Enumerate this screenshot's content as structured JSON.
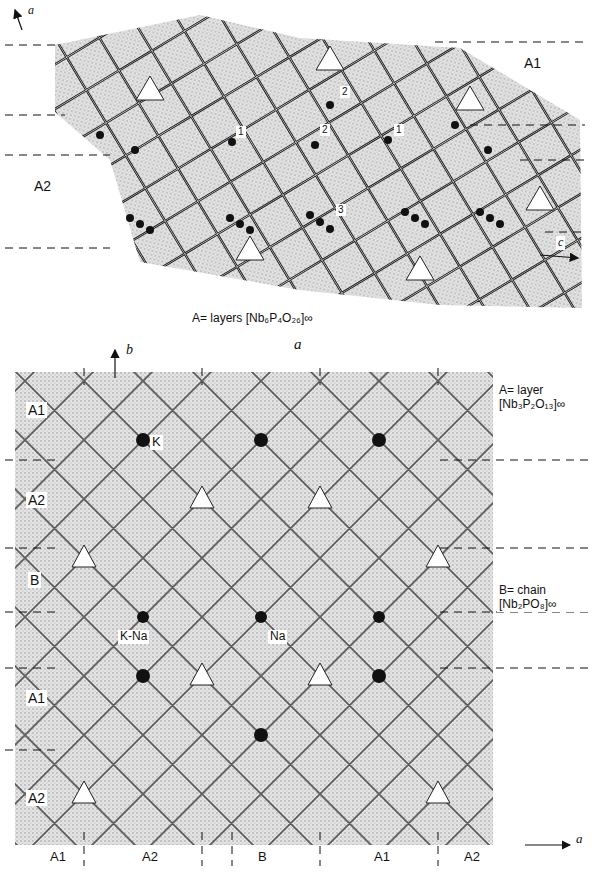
{
  "diagram": {
    "labels": [
      "a",
      "A1",
      "1",
      "2",
      "2",
      "1",
      "A2",
      "3",
      "c",
      "A= layers [Nb₆P₄O₂₆]∞",
      "a",
      "b",
      "A1",
      "K",
      "A= layer [Nb₃P₂O₁₃]∞",
      "A2",
      "B",
      "B= chain [Nb₂PO₈]∞",
      "K-Na",
      "Na",
      "A1",
      "A2",
      "A1",
      "A2",
      "B",
      "A1",
      "A2",
      "a"
    ]
  }
}
